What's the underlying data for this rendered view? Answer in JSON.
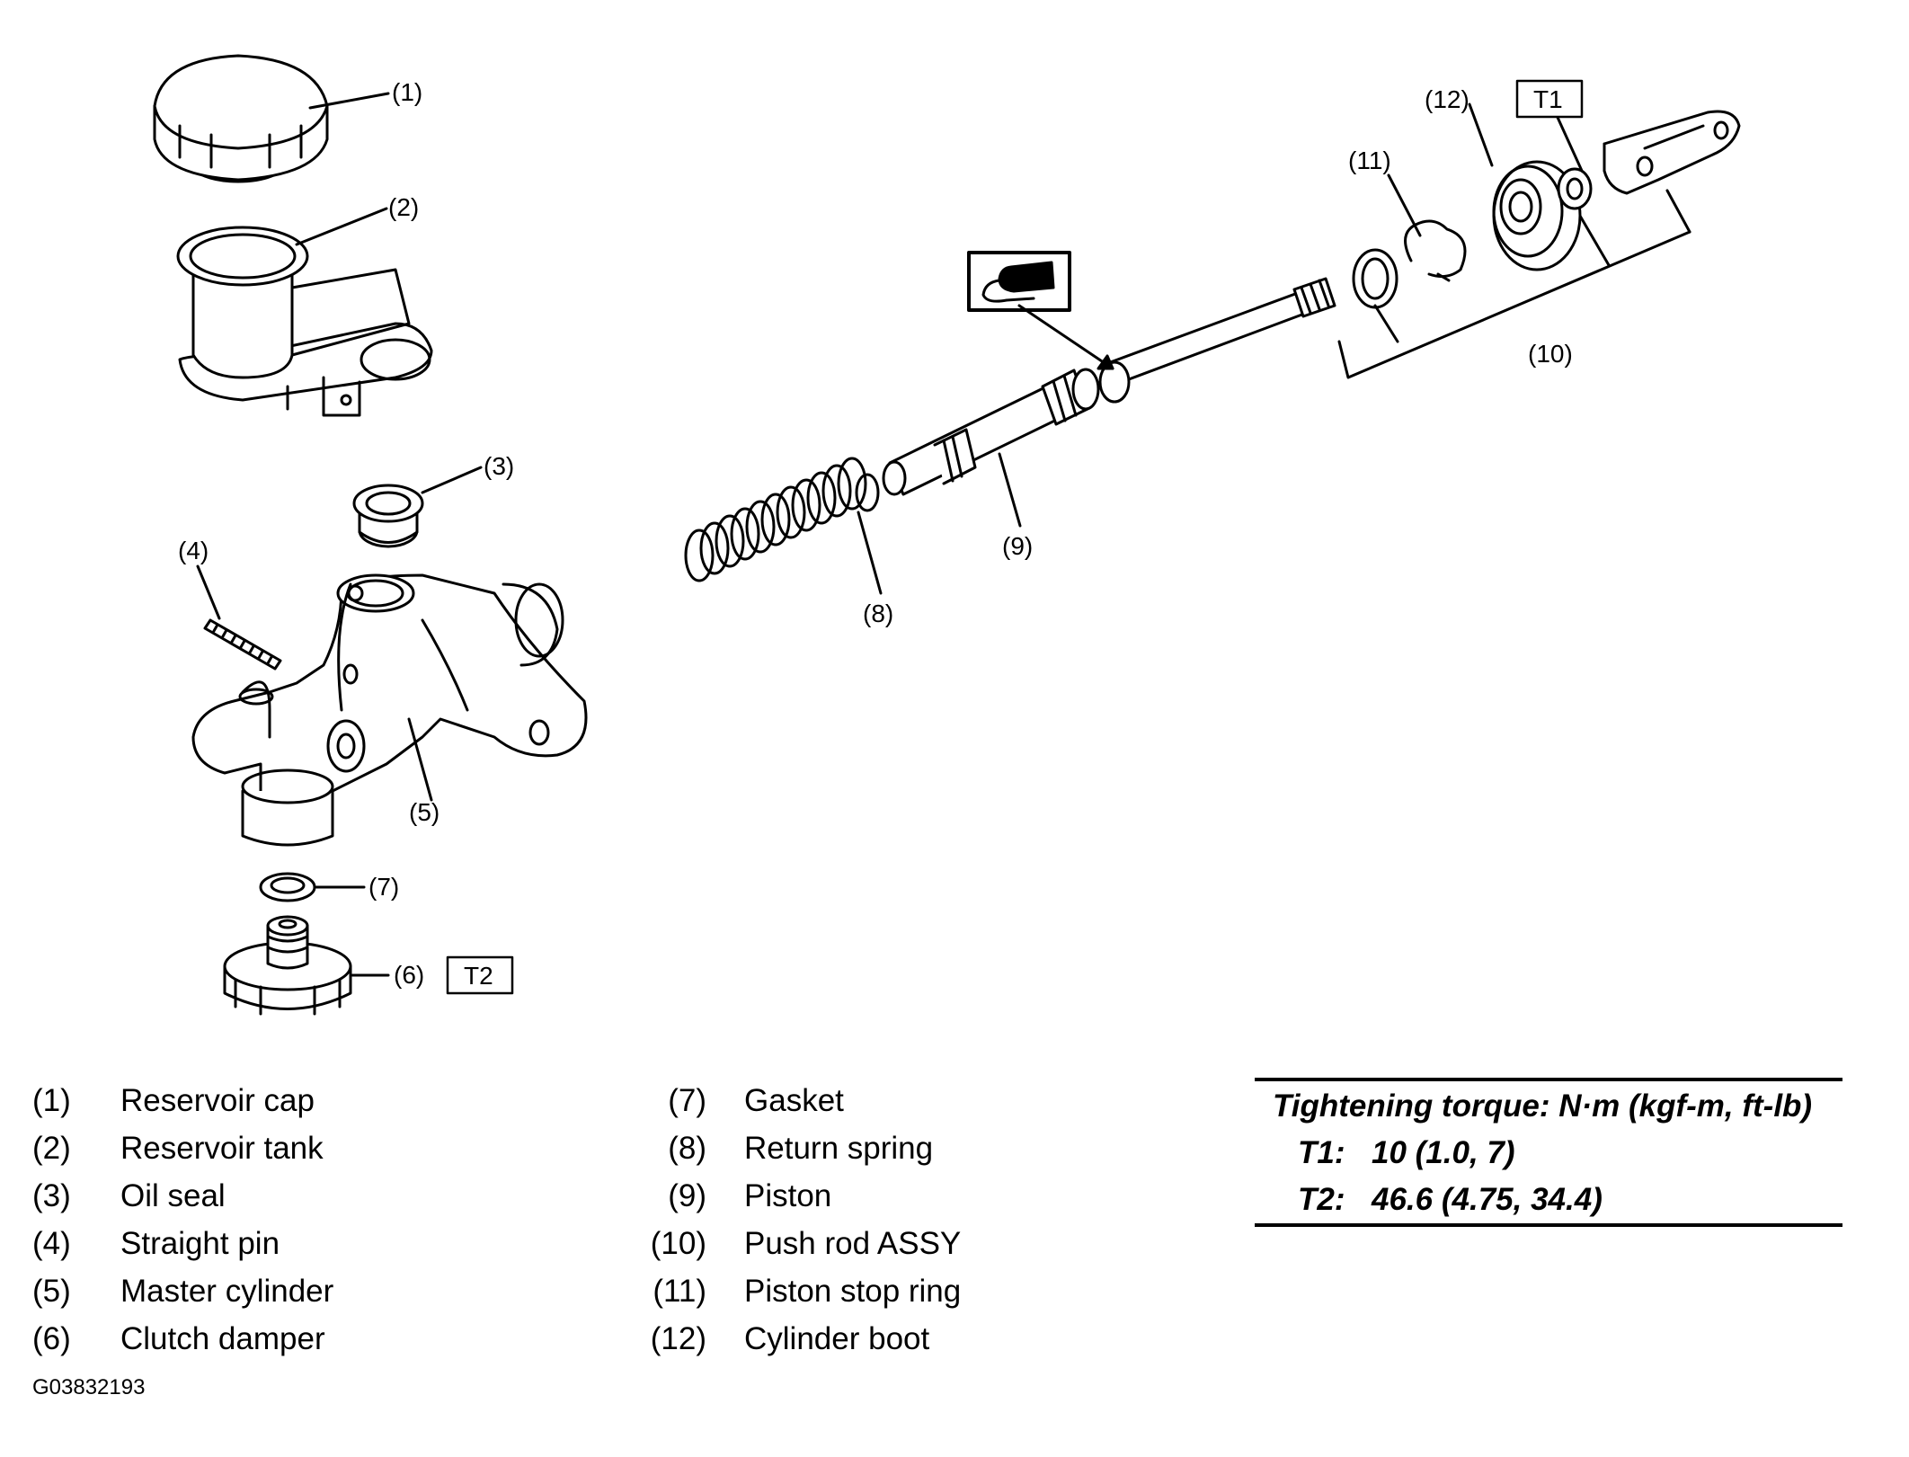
{
  "diagram": {
    "callouts": {
      "c1": "(1)",
      "c2": "(2)",
      "c3": "(3)",
      "c4": "(4)",
      "c5": "(5)",
      "c6": "(6)",
      "c7": "(7)",
      "c8": "(8)",
      "c9": "(9)",
      "c10": "(10)",
      "c11": "(11)",
      "c12": "(12)"
    },
    "torque_tags": {
      "t1": "T1",
      "t2": "T2"
    },
    "grease_symbol": "grease-application-icon"
  },
  "legend_left": [
    {
      "num": "(1)",
      "label": "Reservoir cap"
    },
    {
      "num": "(2)",
      "label": "Reservoir tank"
    },
    {
      "num": "(3)",
      "label": "Oil seal"
    },
    {
      "num": "(4)",
      "label": "Straight pin"
    },
    {
      "num": "(5)",
      "label": "Master cylinder"
    },
    {
      "num": "(6)",
      "label": "Clutch damper"
    }
  ],
  "legend_right": [
    {
      "num": "(7)",
      "label": "Gasket"
    },
    {
      "num": "(8)",
      "label": "Return spring"
    },
    {
      "num": "(9)",
      "label": "Piston"
    },
    {
      "num": "(10)",
      "label": "Push rod ASSY"
    },
    {
      "num": "(11)",
      "label": "Piston stop ring"
    },
    {
      "num": "(12)",
      "label": "Cylinder boot"
    }
  ],
  "torque": {
    "heading": "Tightening torque: N·m (kgf-m, ft-lb)",
    "rows": [
      {
        "key": "T1:",
        "value": "10 (1.0, 7)"
      },
      {
        "key": "T2:",
        "value": "46.6 (4.75, 34.4)"
      }
    ]
  },
  "figure_code": "G03832193"
}
